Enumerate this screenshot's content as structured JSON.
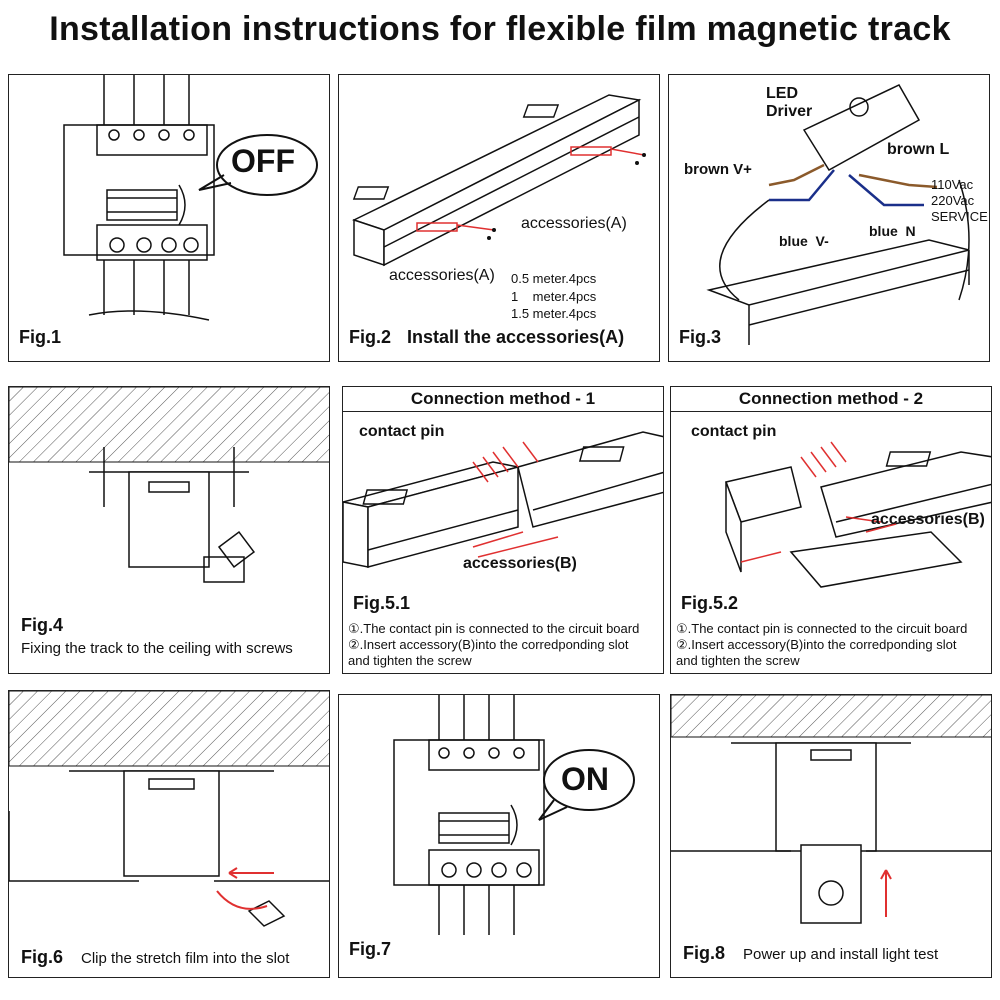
{
  "title": "Installation instructions for flexible film magnetic track",
  "fig1": {
    "label": "Fig.1",
    "bubble": "OFF"
  },
  "fig2": {
    "label": "Fig.2",
    "caption": "Install the accessories(A)",
    "accessories_top": "accessories(A)",
    "accessories_left": "accessories(A)",
    "specs": [
      "0.5 meter.4pcs",
      "1    meter.4pcs",
      "1.5 meter.4pcs"
    ]
  },
  "fig3": {
    "label": "Fig.3",
    "driver_line1": "LED",
    "driver_line2": "Driver",
    "brown_l": "brown L",
    "brown_vplus": "brown V+",
    "blue_vminus": "blue  V-",
    "blue_n": "blue  N",
    "service": [
      "110Vac",
      "220Vac",
      "SERVICE"
    ]
  },
  "fig4": {
    "label": "Fig.4",
    "caption": "Fixing the track to the ceiling with screws"
  },
  "fig51": {
    "header": "Connection method - 1",
    "label": "Fig.5.1",
    "contact_pin": "contact pin",
    "accessories": "accessories(B)",
    "notes": [
      "①.The contact pin is connected to the circuit board",
      "②.Insert accessory(B)into the corredponding slot",
      "and tighten the screw"
    ]
  },
  "fig52": {
    "header": "Connection method - 2",
    "label": "Fig.5.2",
    "contact_pin": "contact pin",
    "accessories": "accessories(B)",
    "notes": [
      "①.The contact pin is connected to the circuit board",
      "②.Insert accessory(B)into the corredponding slot",
      "and tighten the screw"
    ]
  },
  "fig6": {
    "label": "Fig.6",
    "caption": "Clip the stretch film into the slot"
  },
  "fig7": {
    "label": "Fig.7",
    "bubble": "ON"
  },
  "fig8": {
    "label": "Fig.8",
    "caption": "Power up and install light test"
  }
}
